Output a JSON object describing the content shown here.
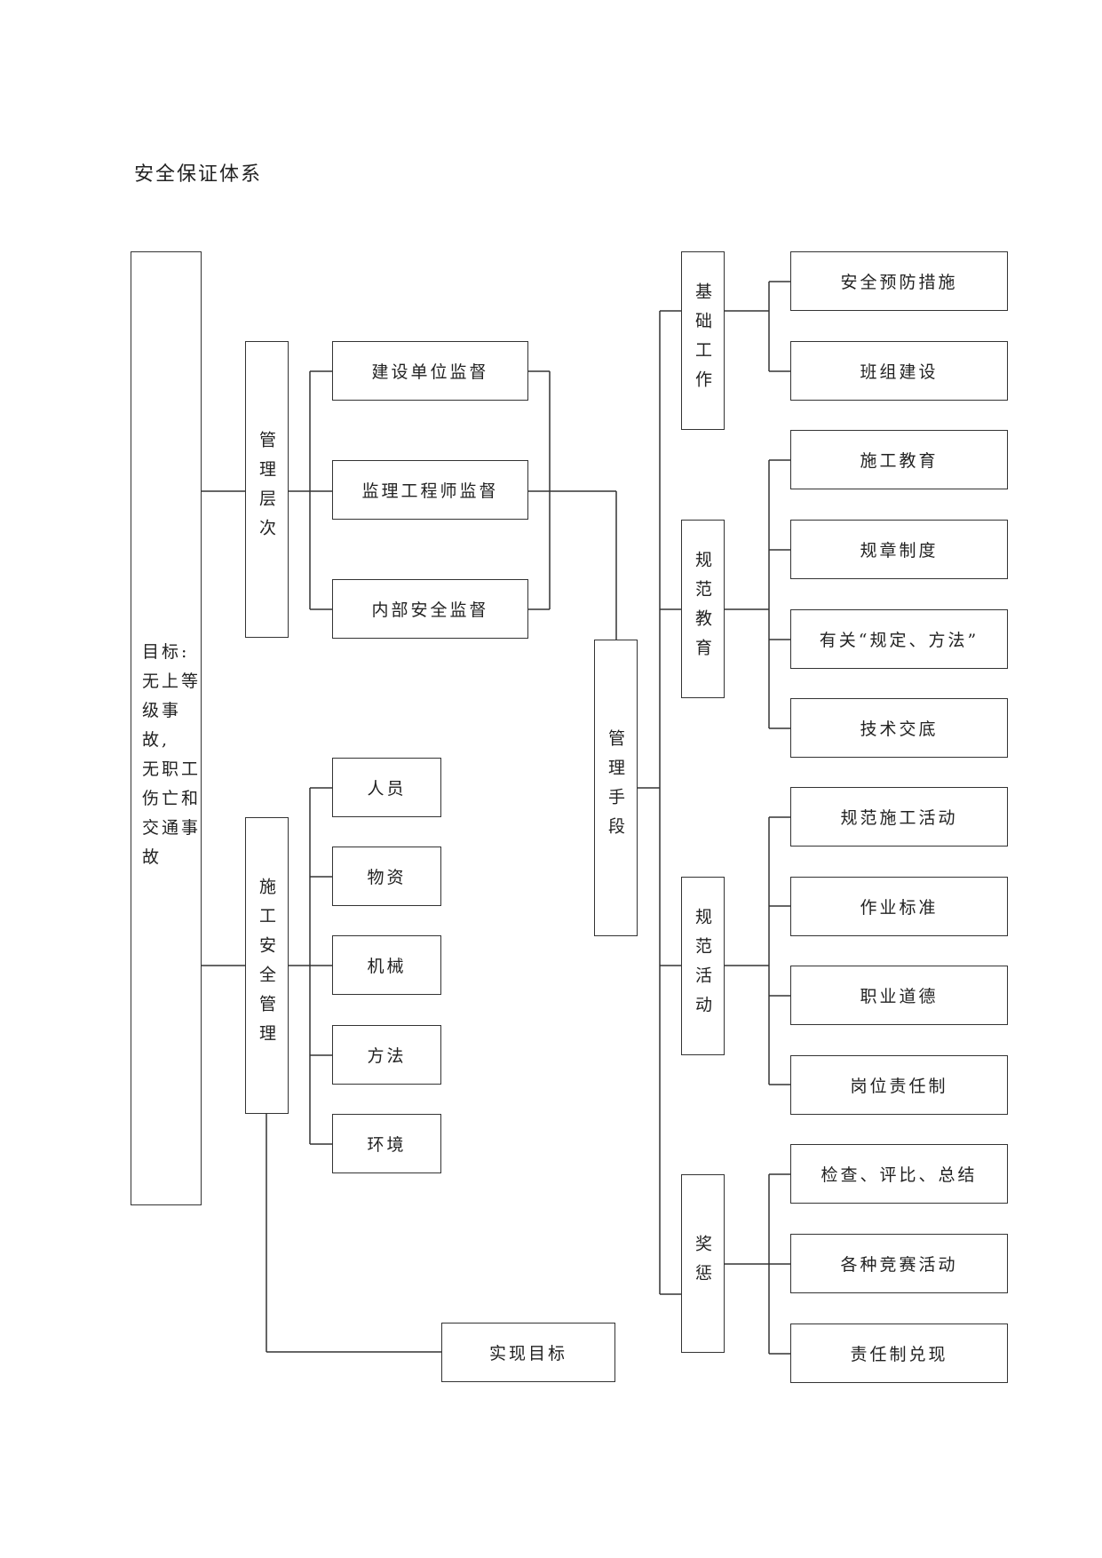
{
  "title": "安全保证体系",
  "goal": "目标:\n无上等\n级事故,\n无职工\n伤亡和\n交通事\n故",
  "management_levels": {
    "label": "管理层次",
    "items": [
      "建设单位监督",
      "监理工程师监督",
      "内部安全监督"
    ]
  },
  "construction_safety": {
    "label": "施工安全管理",
    "items": [
      "人员",
      "物资",
      "机械",
      "方法",
      "环境"
    ]
  },
  "achieve_goal": "实现目标",
  "management_means": {
    "label": "管理手段",
    "groups": [
      {
        "label": "基础工作",
        "items": [
          "安全预防措施",
          "班组建设"
        ]
      },
      {
        "label": "规范教育",
        "items": [
          "施工教育",
          "规章制度",
          "有关“规定、方法”",
          "技术交底"
        ]
      },
      {
        "label": "规范活动",
        "items": [
          "规范施工活动",
          "作业标准",
          "职业道德",
          "岗位责任制"
        ]
      },
      {
        "label": "奖惩",
        "items": [
          "检查、评比、总结",
          "各种竞赛活动",
          "责任制兑现"
        ]
      }
    ]
  }
}
